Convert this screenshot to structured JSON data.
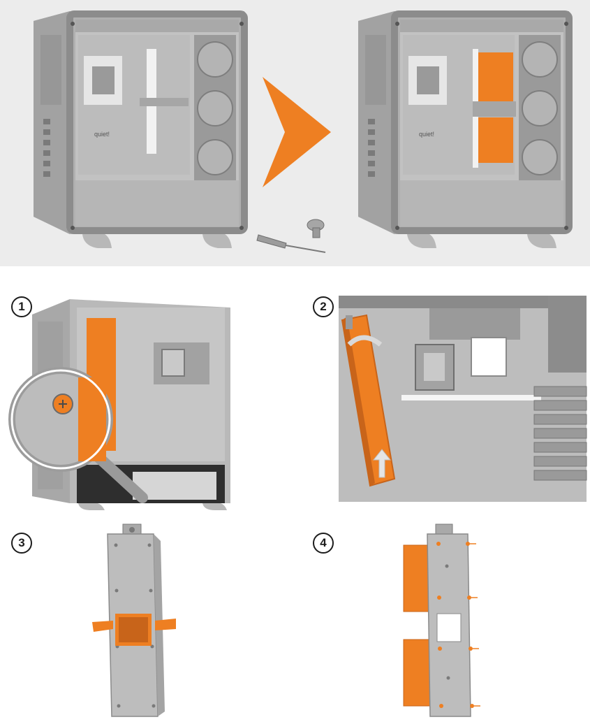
{
  "colors": {
    "accent": "#ee7f22",
    "accent_dark": "#c8641a",
    "case_light": "#b7b7b7",
    "case_mid": "#9e9e9e",
    "case_dark": "#6f6f6f",
    "frame": "#8a8a8a",
    "background_top": "#ececec"
  },
  "icons": [
    "case-before",
    "arrow-right-icon",
    "screwdriver-icon",
    "thumbscrew-icon",
    "case-after",
    "magnifier-icon",
    "bracket-lift-icon",
    "bracket-back-icon",
    "bracket-front-icon"
  ],
  "case_label": "quiet!",
  "steps": [
    {
      "number": "1"
    },
    {
      "number": "2"
    },
    {
      "number": "3"
    },
    {
      "number": "4"
    }
  ]
}
